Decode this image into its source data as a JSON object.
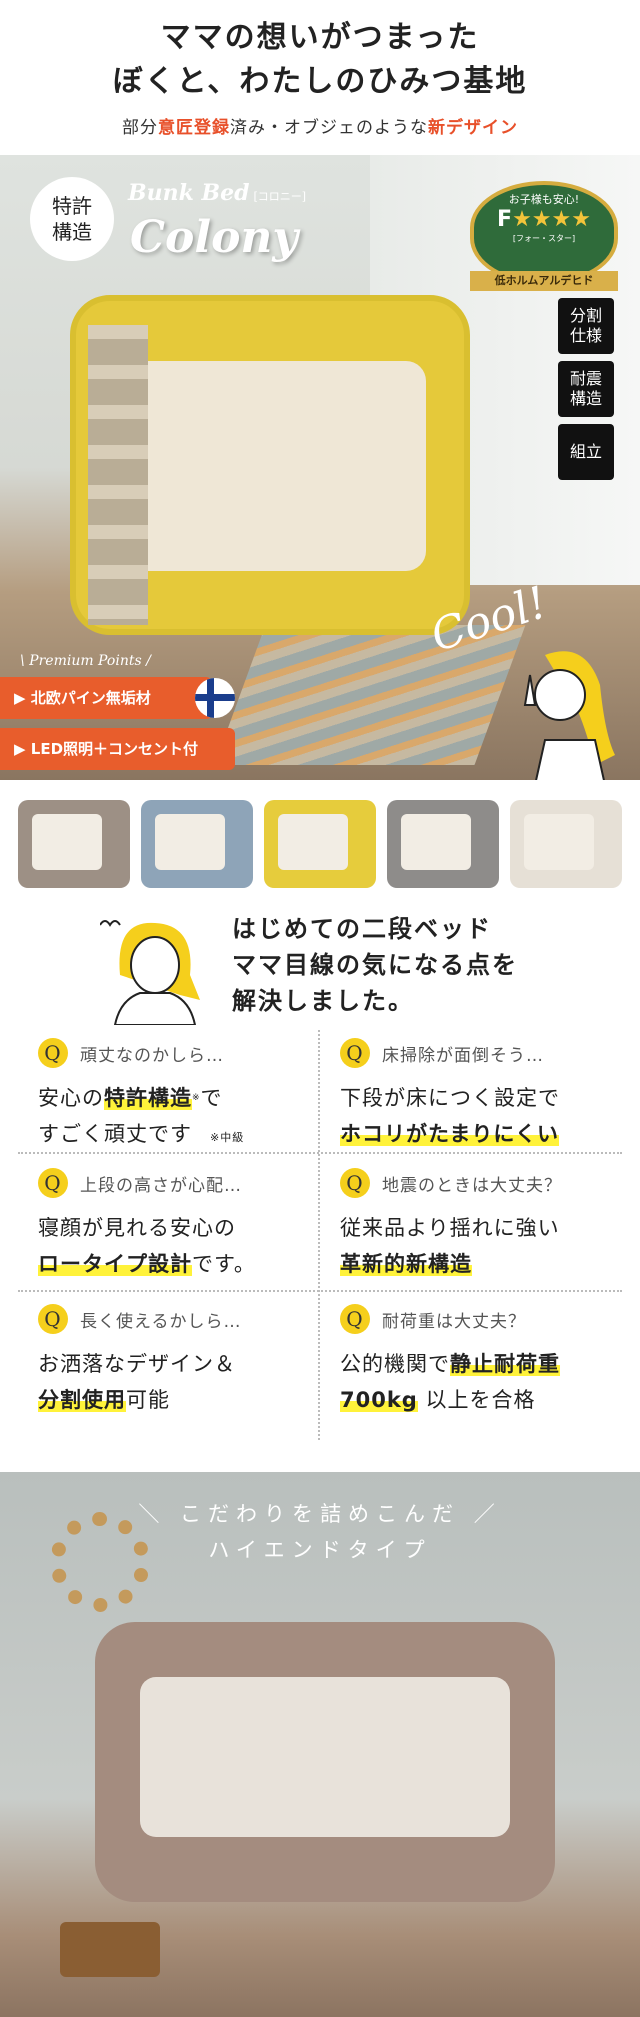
{
  "header": {
    "line1": "ママの想いがつまった",
    "line2": "ぼくと、わたしのひみつ基地",
    "sub": {
      "p1": "部分",
      "p2": "意匠登録",
      "p3": "済み・オブジェのような",
      "p4": "新デザイン"
    }
  },
  "hero": {
    "patent_badge": {
      "l1": "特許",
      "l2": "構造"
    },
    "logo_small": "Bunk Bed",
    "logo_kana": "[コロニー]",
    "logo_main": "Colony",
    "f_badge": {
      "top": "お子様も安心!",
      "grade": "F",
      "stars": "★★★★",
      "reading": "[フォー・スター]",
      "ribbon": "低ホルムアルデヒド"
    },
    "tags": [
      "分割仕様",
      "耐震構造",
      "組立"
    ],
    "cool": "Cool!",
    "premium": "\\ Premium Points /",
    "points": [
      "▶ 北欧パイン無垢材",
      "▶ LED照明＋コンセント付"
    ]
  },
  "colors": [
    {
      "name": "greige",
      "hex": "#9d9085"
    },
    {
      "name": "blue",
      "hex": "#8ea4b8"
    },
    {
      "name": "yellow",
      "hex": "#e6cc3c"
    },
    {
      "name": "gray",
      "hex": "#8e8c8a"
    },
    {
      "name": "white",
      "hex": "#e6e0d6"
    }
  ],
  "mama": {
    "l1": "はじめての二段ベッド",
    "l2": "ママ目線の気になる点を",
    "l3": "解決しました。"
  },
  "qa": [
    {
      "q": "頑丈なのかしら…",
      "a1": "安心の",
      "a1h": "特許構造",
      "a1s": "※",
      "a1e": "で",
      "a2": "すごく頑丈です",
      "note": "※中級"
    },
    {
      "q": "床掃除が面倒そう…",
      "a1": "下段が床につく設定で",
      "a2h": "ホコリがたまりにくい"
    },
    {
      "q": "上段の高さが心配…",
      "a1": "寝顔が見れる安心の",
      "a2h": "ロータイプ設計",
      "a2e": "です。"
    },
    {
      "q": "地震のときは大丈夫？",
      "a1": "従来品より揺れに強い",
      "a2h": "革新的新構造"
    },
    {
      "q": "長く使えるかしら…",
      "a1": "お洒落なデザイン＆",
      "a2h": "分割使用",
      "a2e": "可能"
    },
    {
      "q": "耐荷重は大丈夫？",
      "a1": "公的機関で",
      "a1h": "静止耐荷重",
      "a2h": "700kg",
      "a2e": " 以上を合格"
    }
  ],
  "q_mark": "Q",
  "bottom": {
    "l1": "こだわりを詰めこんだ",
    "l2": "ハイエンドタイプ",
    "slash_l": "＼",
    "slash_r": "／"
  }
}
